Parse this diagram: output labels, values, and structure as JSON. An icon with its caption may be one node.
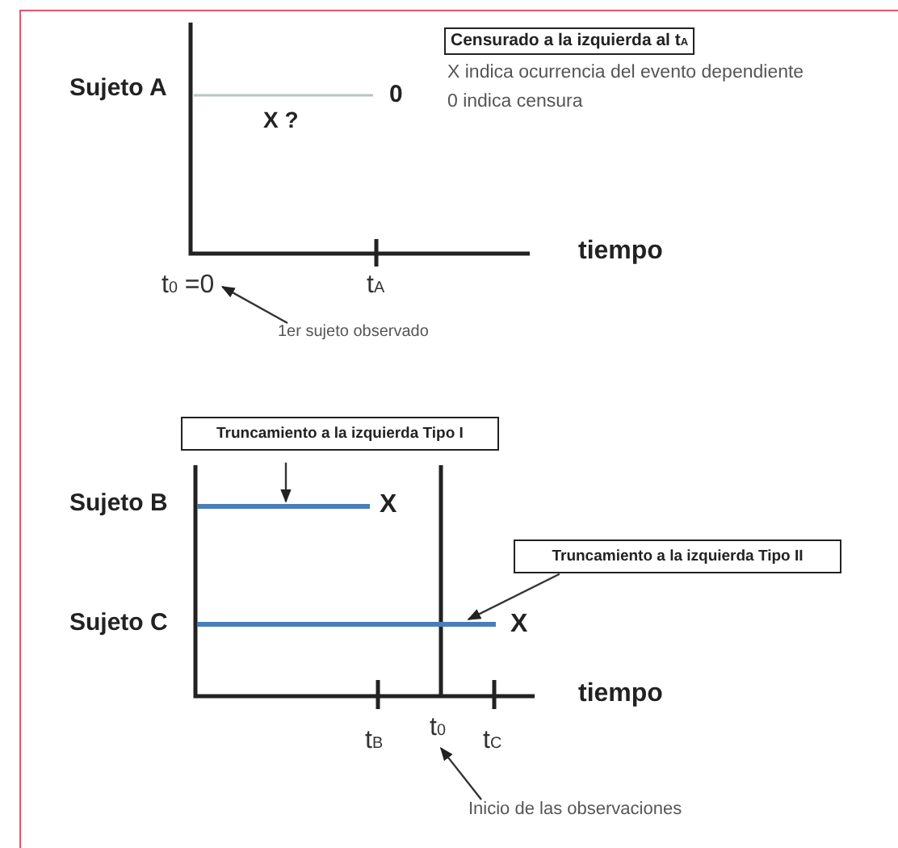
{
  "diagram": {
    "nodes": [
      {
        "text": [
          "Censurado a la izquierda al t$_{A}$"
        ]
      },
      {
        "text": [
          "t$_{0}$ =0"
        ]
      },
      {
        "text": [
          "1er sujeto observado"
        ]
      },
      {
        "text": [
          "Truncamiento a la izquierda Tipo I"
        ]
      },
      {
        "text": [],
        "shape": "bar"
      },
      {
        "text": [
          "Truncamiento a la izquierda Tipo II"
        ]
      },
      {
        "text": [],
        "shape": "bar"
      },
      {
        "text": [
          "t$_{0}$"
        ]
      },
      {
        "text": [
          "Inicio de las observaciones"
        ]
      }
    ],
    "edges": [
      {
        "from": 2,
        "to": 1,
        "arrow": "to"
      },
      {
        "from": 3,
        "to": 4,
        "arrow": "to"
      },
      {
        "from": 5,
        "to": 6,
        "arrow": "to"
      },
      {
        "from": 8,
        "to": 7,
        "arrow": "to"
      }
    ],
    "labels": [
      "Sujeto A",
      "0",
      "X ?",
      "X indica ocurrencia del evento dependiente",
      "0 indica censura",
      "tiempo",
      "t$_{A}$",
      "Sujeto B",
      "X",
      "Sujeto C",
      "X",
      "tiempo",
      "t$_{B}$",
      "t$_{C}$"
    ]
  }
}
